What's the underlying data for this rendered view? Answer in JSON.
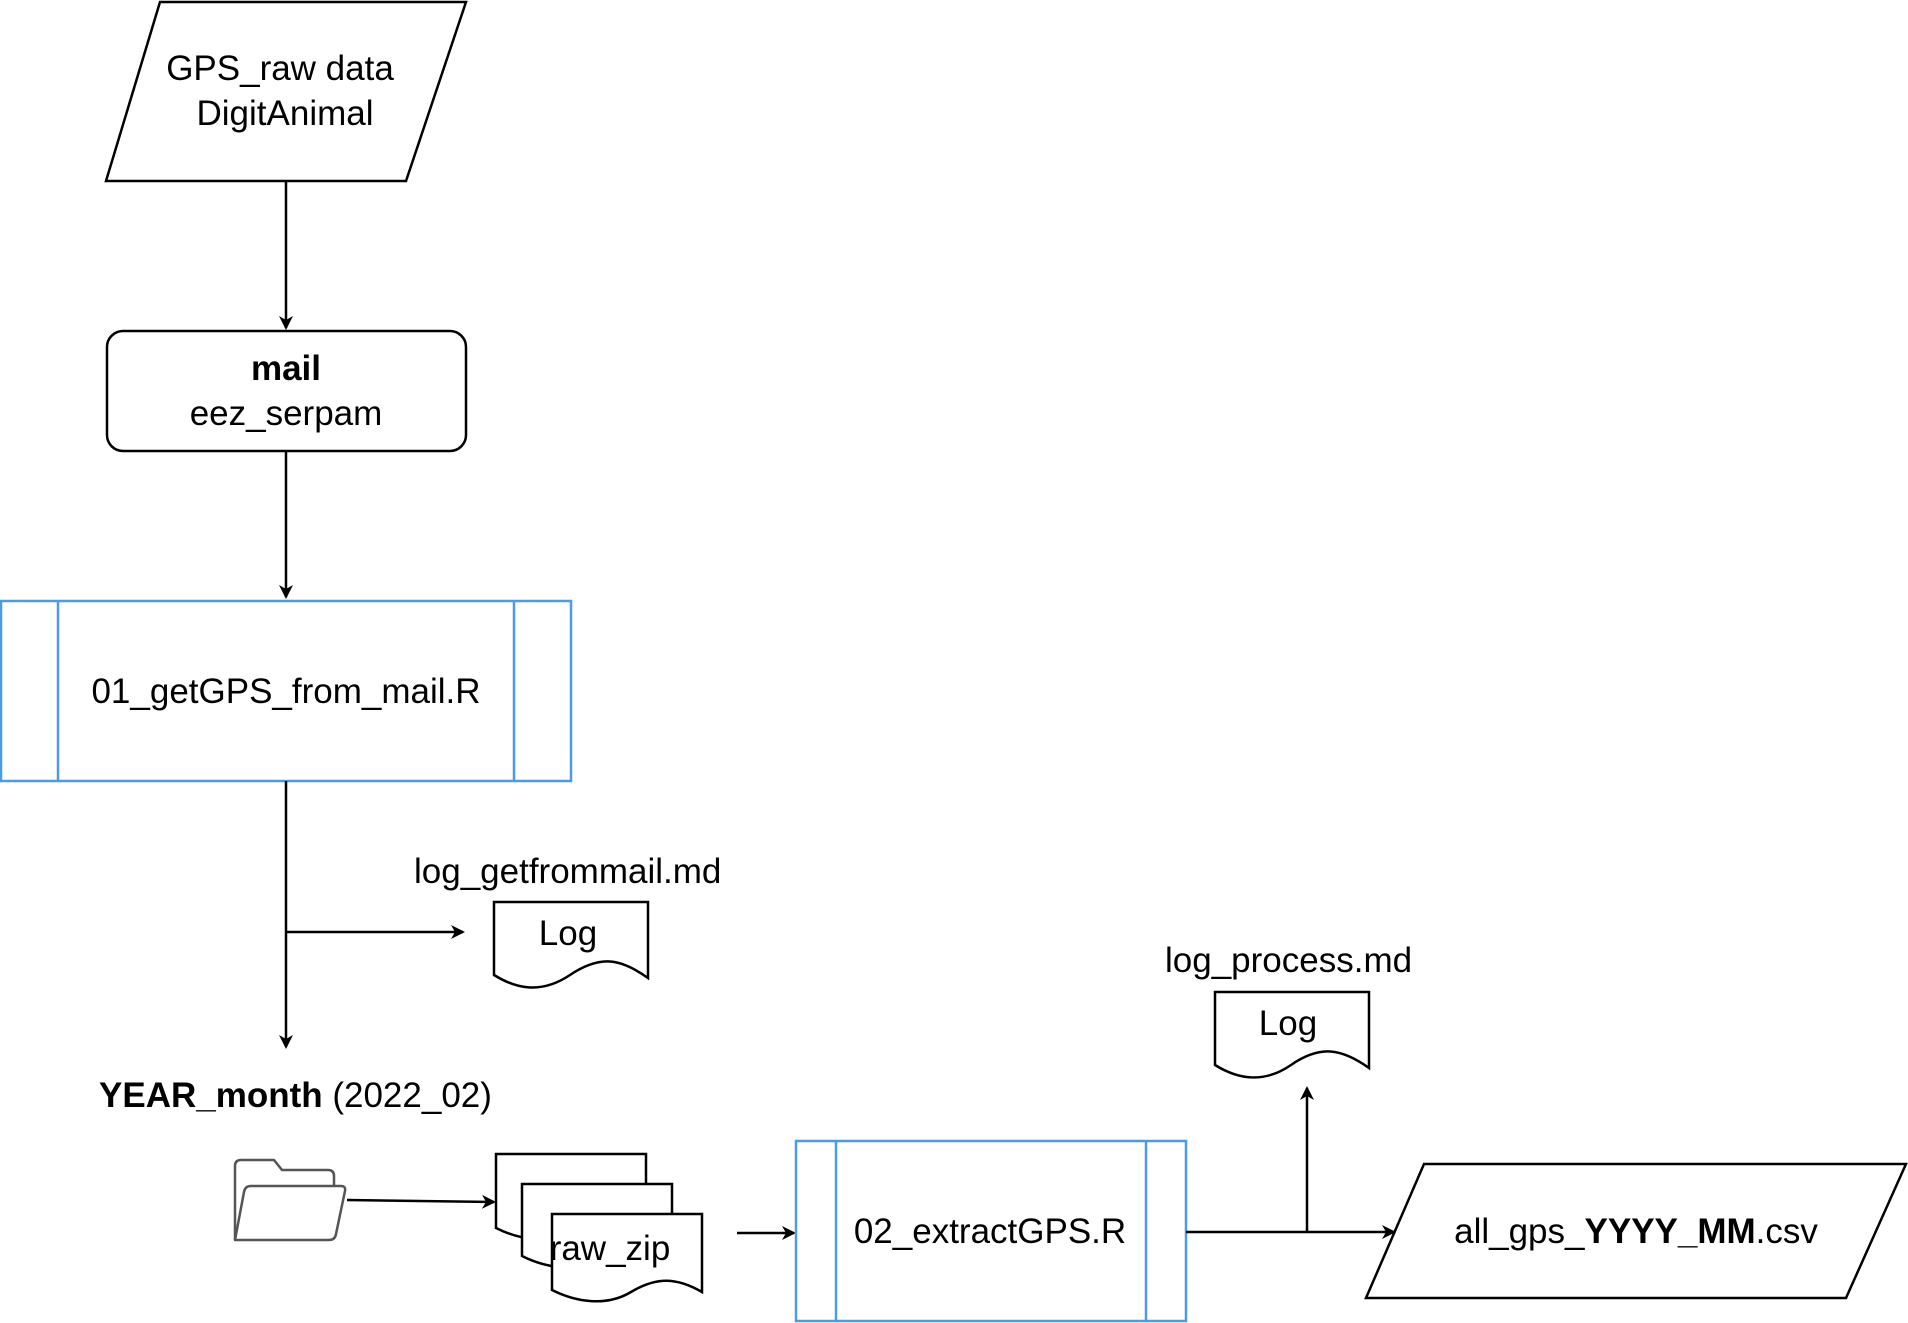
{
  "nodes": {
    "gps_raw": {
      "line1": "GPS_raw data",
      "line2": "DigitAnimal"
    },
    "mail": {
      "title": "mail",
      "subtitle": "eez_serpam"
    },
    "get_gps": {
      "label": "01_getGPS_from_mail.R"
    },
    "log_getfrommail": {
      "filename": "log_getfrommail.md",
      "label": "Log"
    },
    "year_month": {
      "bold": "YEAR_month",
      "rest": " (2022_02)"
    },
    "raw_zip": {
      "label": "raw_zip"
    },
    "extract_gps": {
      "label": "02_extractGPS.R"
    },
    "log_process": {
      "filename": "log_process.md",
      "label": "Log"
    },
    "output": {
      "prefix": "all_gps_",
      "bold": "YYYY_MM",
      "suffix": ".csv"
    }
  },
  "colors": {
    "process_border": "#4a9be8",
    "stroke": "#000000"
  },
  "icons": [
    "folder-icon"
  ]
}
